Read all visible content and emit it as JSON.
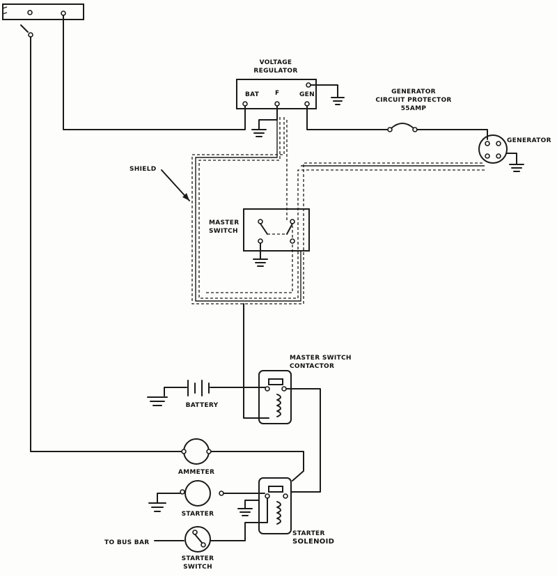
{
  "labels": {
    "voltage_regulator": [
      "VOLTAGE",
      "REGULATOR"
    ],
    "bat": "BAT",
    "f": "F",
    "gen": "GEN",
    "circuit_protector": [
      "GENERATOR",
      "CIRCUIT PROTECTOR",
      "55AMP"
    ],
    "generator": "GENERATOR",
    "shield": "SHIELD",
    "master_switch": [
      "MASTER",
      "SWITCH"
    ],
    "master_switch_contactor": [
      "MASTER SWITCH",
      "CONTACTOR"
    ],
    "battery": "BATTERY",
    "ammeter": "AMMETER",
    "starter": "STARTER",
    "starter_solenoid": [
      "STARTER",
      "SOLENOID"
    ],
    "to_bus_bar": "TO BUS BAR",
    "starter_switch": [
      "STARTER",
      "SWITCH"
    ]
  }
}
